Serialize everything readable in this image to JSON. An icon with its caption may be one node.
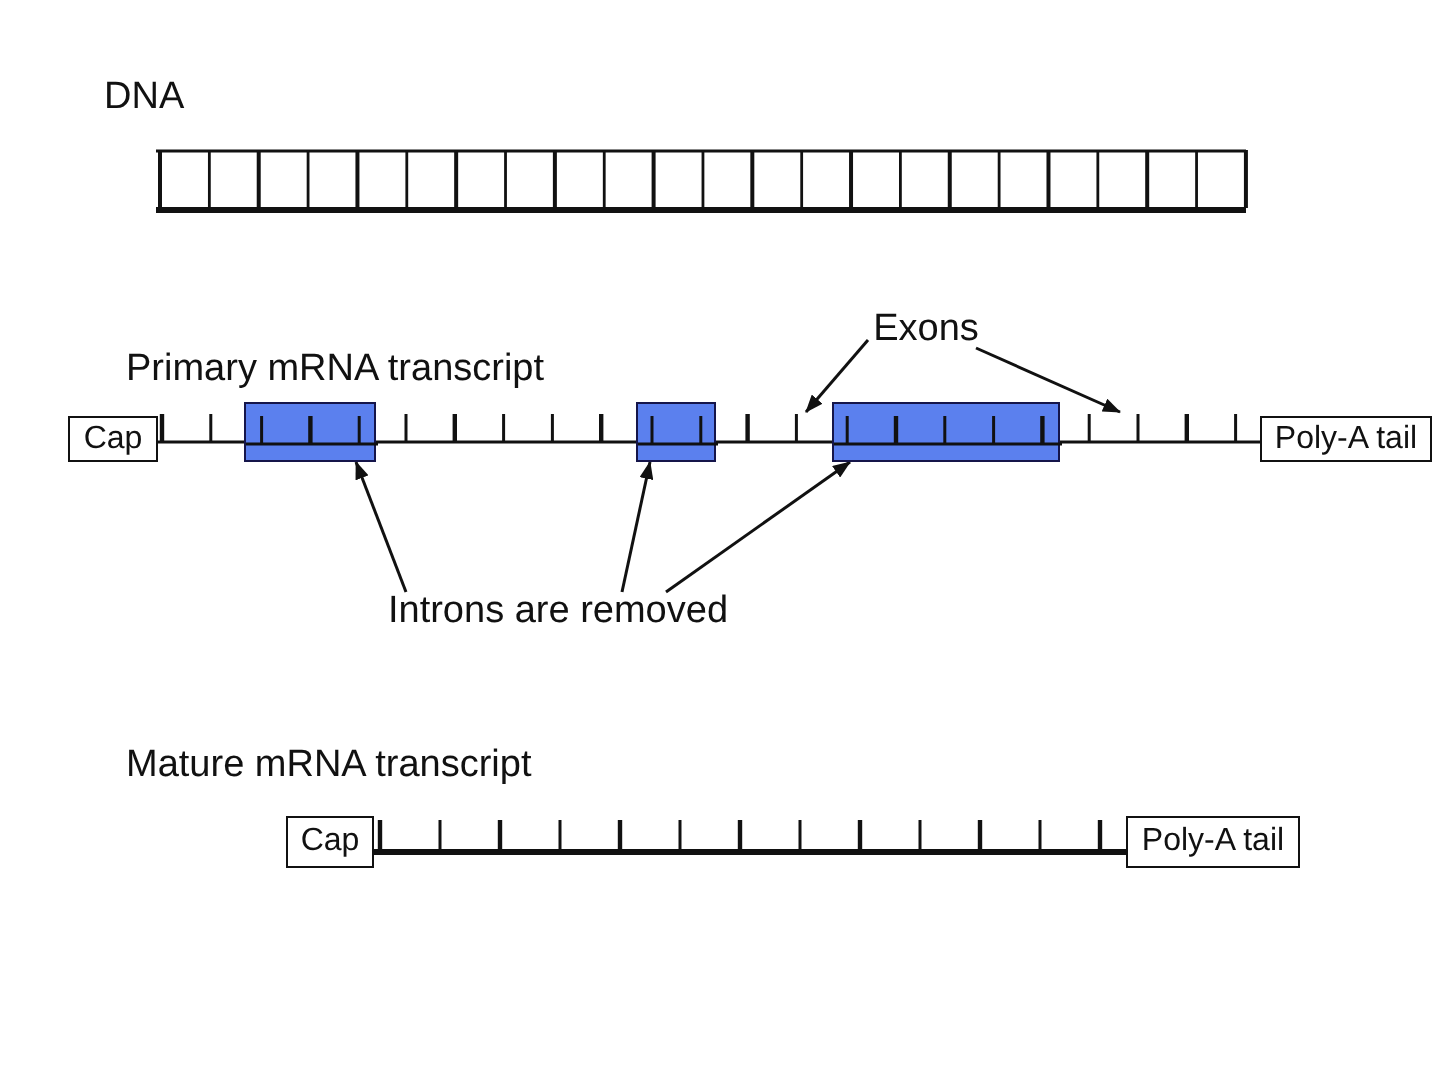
{
  "diagram": {
    "nodes": [
      {
        "text": [
          "Exons"
        ]
      },
      {
        "text": [
          "Cap"
        ]
      },
      {
        "text": [],
        "shape": "bar"
      },
      {
        "text": [],
        "shape": "box"
      },
      {
        "text": [],
        "shape": "bar"
      },
      {
        "text": [],
        "shape": "box"
      },
      {
        "text": [],
        "shape": "bar"
      },
      {
        "text": [],
        "shape": "box"
      },
      {
        "text": [],
        "shape": "bar"
      },
      {
        "text": [
          "Poly-A tail"
        ]
      },
      {
        "text": [
          "Introns are removed"
        ]
      },
      {
        "text": [
          "Cap"
        ]
      },
      {
        "text": [
          "Poly-A tail"
        ]
      }
    ],
    "edges": [
      {
        "from": 0,
        "to": 6,
        "arrow": "to"
      },
      {
        "from": 0,
        "to": 8,
        "arrow": "to"
      },
      {
        "from": 10,
        "to": 3,
        "arrow": "to"
      },
      {
        "from": 10,
        "to": 5,
        "arrow": "to"
      },
      {
        "from": 10,
        "to": 7,
        "arrow": "to"
      },
      {
        "from": 11,
        "to": 12,
        "arrow": "none",
        "style": "thick"
      }
    ],
    "labels": [
      "DNA",
      "Primary mRNA transcript",
      "Mature mRNA transcript"
    ]
  }
}
